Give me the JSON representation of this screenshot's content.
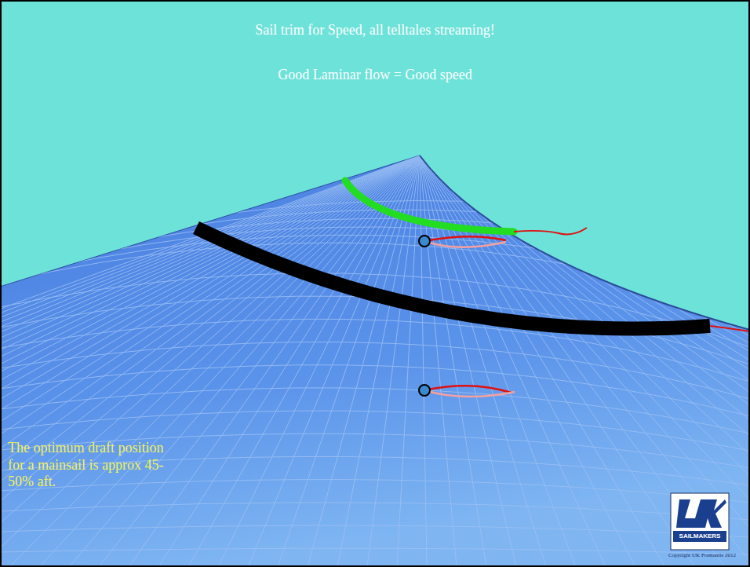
{
  "diagram": {
    "title": "Sail trim for Speed, all telltales streaming!",
    "labels": [
      "Good Laminar flow = Good speed",
      "The optimum draft position for a mainsail is approx 45- 50% aft.",
      "SAILMAKERS",
      "Copyright UK Fremantle 2012"
    ]
  }
}
